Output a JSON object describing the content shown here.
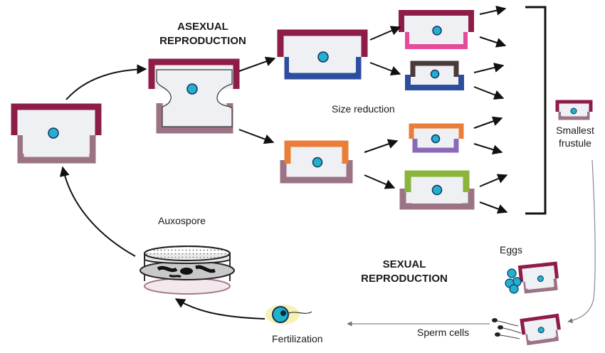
{
  "labels": {
    "asexual_line1": "ASEXUAL",
    "asexual_line2": "REPRODUCTION",
    "size_reduction": "Size reduction",
    "smallest_line1": "Smallest",
    "smallest_line2": "frustule",
    "auxospore": "Auxospore",
    "sexual_line1": "SEXUAL",
    "sexual_line2": "REPRODUCTION",
    "eggs": "Eggs",
    "sperm_cells": "Sperm cells",
    "fertilization": "Fertilization"
  },
  "colors": {
    "maroon": "#8e1c48",
    "mauve": "#9b7384",
    "pink": "#e64a9a",
    "navy": "#2d4d9e",
    "dark": "#4a3a3a",
    "orange": "#ea7e38",
    "purple": "#8a6ab8",
    "green": "#8ab43a",
    "nucleus": "#22b0cc",
    "cell_fill": "#eef0f4",
    "arrow": "#111111"
  }
}
